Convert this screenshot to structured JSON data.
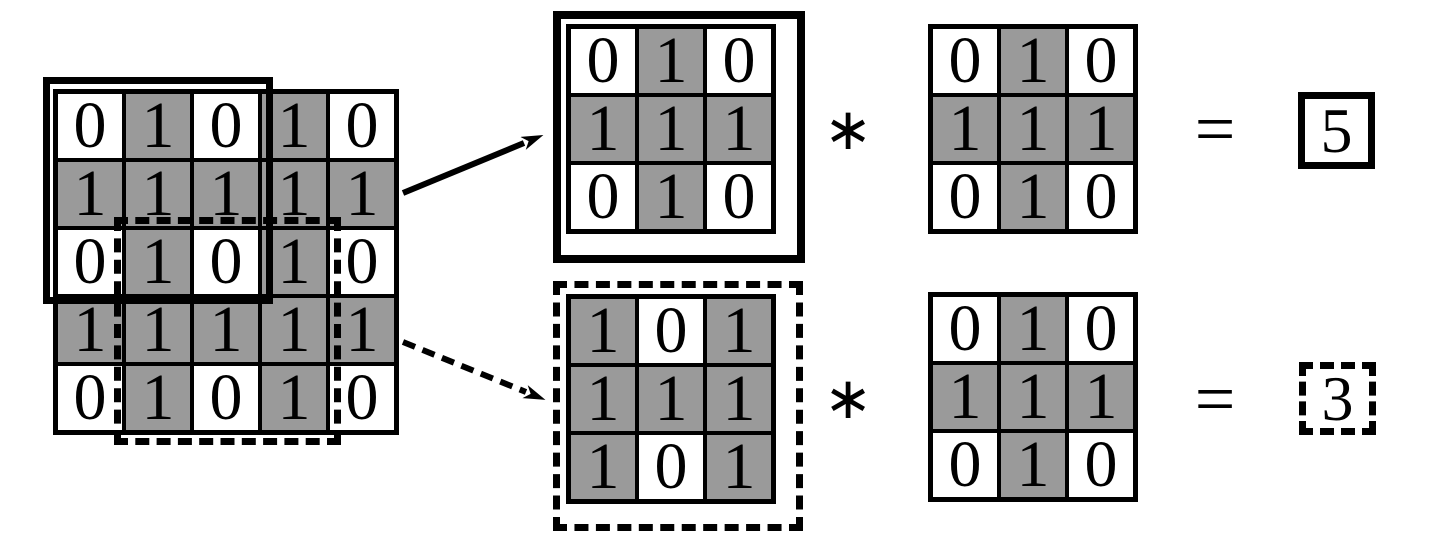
{
  "diagram": {
    "description": "2D convolution example: two 3x3 windows of a binary input grid are convolved with a cross-shaped kernel",
    "operator_symbol": "∗",
    "equals_symbol": "=",
    "input_grid": [
      [
        0,
        1,
        0,
        1,
        0
      ],
      [
        1,
        1,
        1,
        1,
        1
      ],
      [
        0,
        1,
        0,
        1,
        0
      ],
      [
        1,
        1,
        1,
        1,
        1
      ],
      [
        0,
        1,
        0,
        1,
        0
      ]
    ],
    "top": {
      "patch": [
        [
          0,
          1,
          0
        ],
        [
          1,
          1,
          1
        ],
        [
          0,
          1,
          0
        ]
      ],
      "kernel": [
        [
          0,
          1,
          0
        ],
        [
          1,
          1,
          1
        ],
        [
          0,
          1,
          0
        ]
      ],
      "result": "5"
    },
    "bottom": {
      "patch": [
        [
          1,
          0,
          1
        ],
        [
          1,
          1,
          1
        ],
        [
          1,
          0,
          1
        ]
      ],
      "kernel": [
        [
          0,
          1,
          0
        ],
        [
          1,
          1,
          1
        ],
        [
          0,
          1,
          0
        ]
      ],
      "result": "3"
    },
    "colors": {
      "one_fill": "#9a9a9a",
      "zero_fill": "#ffffff",
      "line": "#000000"
    }
  }
}
